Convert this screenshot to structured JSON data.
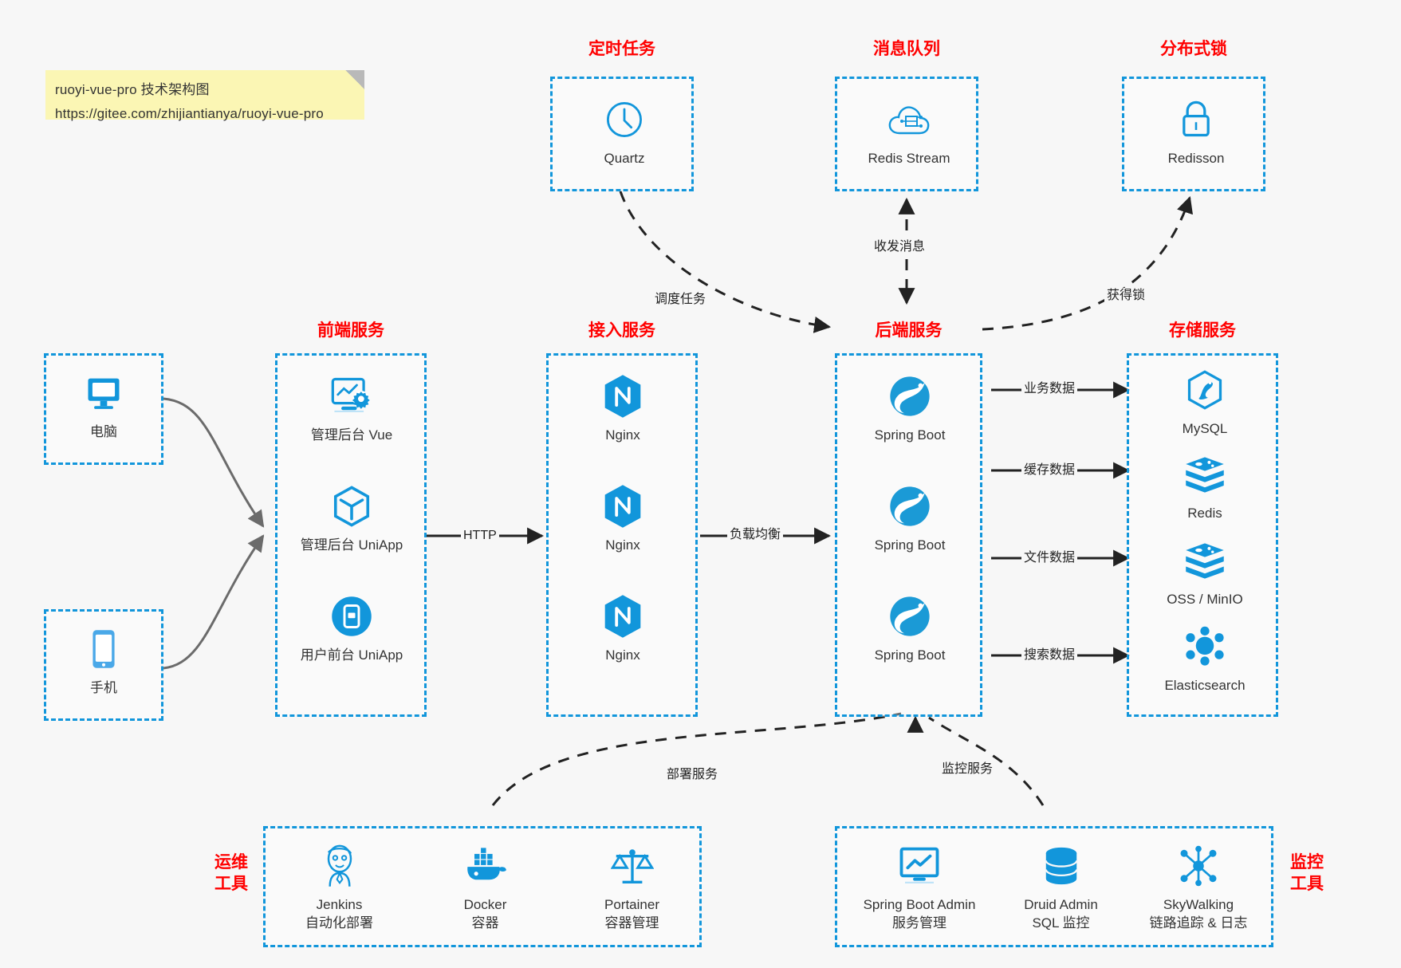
{
  "note": {
    "line1": "ruoyi-vue-pro 技术架构图",
    "line2": "https://gitee.com/zhijiantianya/ruoyi-vue-pro"
  },
  "colors": {
    "accent": "#1296db",
    "group_title": "#ff0000",
    "background": "#f7f7f7",
    "note_bg": "#fbf6b4",
    "text": "#333333",
    "edge": "#222222"
  },
  "groups": {
    "scheduled_task": {
      "title": "定时任务",
      "nodes": [
        {
          "label": "Quartz",
          "icon": "clock-icon"
        }
      ]
    },
    "message_queue": {
      "title": "消息队列",
      "nodes": [
        {
          "label": "Redis Stream",
          "icon": "cloud-stream-icon"
        }
      ]
    },
    "distributed_lock": {
      "title": "分布式锁",
      "nodes": [
        {
          "label": "Redisson",
          "icon": "lock-icon"
        }
      ]
    },
    "clients": {
      "nodes": [
        {
          "label": "电脑",
          "icon": "desktop-icon"
        },
        {
          "label": "手机",
          "icon": "mobile-icon"
        }
      ]
    },
    "frontend": {
      "title": "前端服务",
      "nodes": [
        {
          "label": "管理后台 Vue",
          "icon": "dashboard-gear-icon"
        },
        {
          "label": "管理后台 UniApp",
          "icon": "cube-icon"
        },
        {
          "label": "用户前台 UniApp",
          "icon": "phone-app-icon"
        }
      ]
    },
    "gateway": {
      "title": "接入服务",
      "nodes": [
        {
          "label": "Nginx",
          "icon": "nginx-icon"
        },
        {
          "label": "Nginx",
          "icon": "nginx-icon"
        },
        {
          "label": "Nginx",
          "icon": "nginx-icon"
        }
      ]
    },
    "backend": {
      "title": "后端服务",
      "nodes": [
        {
          "label": "Spring Boot",
          "icon": "spring-leaf-icon"
        },
        {
          "label": "Spring Boot",
          "icon": "spring-leaf-icon"
        },
        {
          "label": "Spring Boot",
          "icon": "spring-leaf-icon"
        }
      ]
    },
    "storage": {
      "title": "存储服务",
      "nodes": [
        {
          "label": "MySQL",
          "icon": "mysql-dolphin-icon"
        },
        {
          "label": "Redis",
          "icon": "redis-stack-icon"
        },
        {
          "label": "OSS / MinIO",
          "icon": "redis-stack-icon"
        },
        {
          "label": "Elasticsearch",
          "icon": "elasticsearch-icon"
        }
      ]
    },
    "devops": {
      "title_line1": "运维",
      "title_line2": "工具",
      "nodes": [
        {
          "label": "Jenkins",
          "sublabel": "自动化部署",
          "icon": "jenkins-butler-icon"
        },
        {
          "label": "Docker",
          "sublabel": "容器",
          "icon": "docker-whale-icon"
        },
        {
          "label": "Portainer",
          "sublabel": "容器管理",
          "icon": "scales-icon"
        }
      ]
    },
    "monitor": {
      "title_line1": "监控",
      "title_line2": "工具",
      "nodes": [
        {
          "label": "Spring Boot Admin",
          "sublabel": "服务管理",
          "icon": "monitor-chart-icon"
        },
        {
          "label": "Druid Admin",
          "sublabel": "SQL 监控",
          "icon": "database-icon"
        },
        {
          "label": "SkyWalking",
          "sublabel": "链路追踪 & 日志",
          "icon": "skywalking-icon"
        }
      ]
    }
  },
  "edges": [
    {
      "name": "http",
      "label": "HTTP"
    },
    {
      "name": "load-balance",
      "label": "负载均衡"
    },
    {
      "name": "schedule-task",
      "label": "调度任务"
    },
    {
      "name": "send-receive-message",
      "label": "收发消息"
    },
    {
      "name": "acquire-lock",
      "label": "获得锁"
    },
    {
      "name": "business-data",
      "label": "业务数据"
    },
    {
      "name": "cache-data",
      "label": "缓存数据"
    },
    {
      "name": "file-data",
      "label": "文件数据"
    },
    {
      "name": "search-data",
      "label": "搜索数据"
    },
    {
      "name": "deploy-service",
      "label": "部署服务"
    },
    {
      "name": "monitor-service",
      "label": "监控服务"
    }
  ]
}
